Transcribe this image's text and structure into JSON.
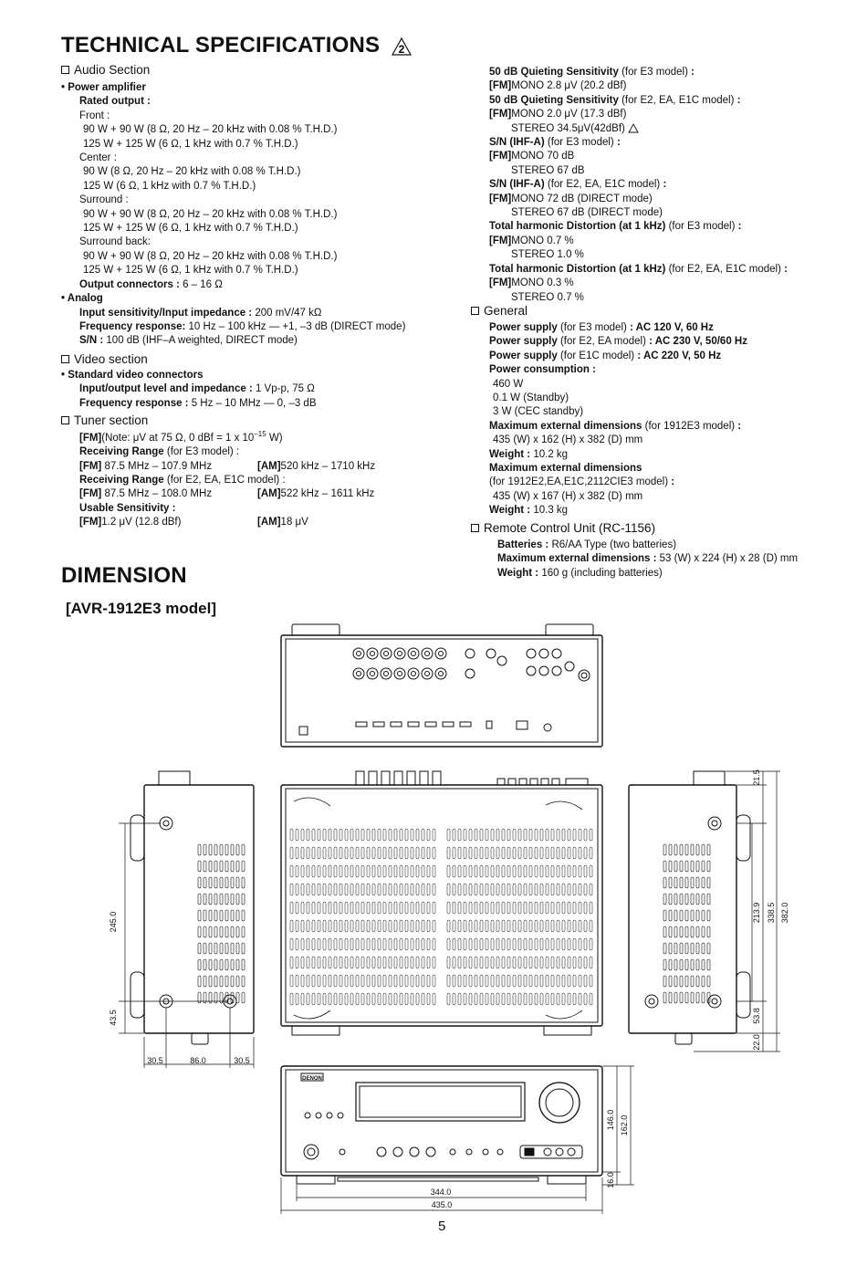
{
  "title": "TECHNICAL SPECIFICATIONS",
  "revision_mark": "2",
  "left": {
    "audio_title": "Audio Section",
    "audio": [
      {
        "t": "b",
        "s": "• Power amplifier"
      },
      {
        "t": "b",
        "s": "Rated output :"
      },
      {
        "t": "n",
        "s": "Front :"
      },
      {
        "t": "n",
        "s": "90 W + 90 W (8 Ω, 20 Hz – 20 kHz with 0.08 % T.H.D.)"
      },
      {
        "t": "n",
        "s": "125 W + 125 W (6 Ω, 1 kHz with 0.7 % T.H.D.)"
      },
      {
        "t": "n",
        "s": "Center :"
      },
      {
        "t": "n",
        "s": "90 W (8 Ω, 20 Hz – 20 kHz with 0.08 % T.H.D.)"
      },
      {
        "t": "n",
        "s": "125 W (6 Ω, 1 kHz with 0.7 % T.H.D.)"
      },
      {
        "t": "n",
        "s": "Surround :"
      },
      {
        "t": "n",
        "s": "90 W + 90 W (8 Ω, 20 Hz – 20 kHz with 0.08 % T.H.D.)"
      },
      {
        "t": "n",
        "s": "125 W + 125 W (6 Ω, 1 kHz with 0.7 % T.H.D.)"
      },
      {
        "t": "n",
        "s": "Surround back:"
      },
      {
        "t": "n",
        "s": "90 W + 90 W (8 Ω, 20 Hz – 20 kHz with 0.08 % T.H.D.)"
      },
      {
        "t": "n",
        "s": "125 W + 125 W (6 Ω, 1 kHz with 0.7 % T.H.D.)"
      },
      {
        "t": "bv",
        "k": "Output connectors :",
        "v": " 6 – 16 Ω"
      },
      {
        "t": "b",
        "s": "• Analog"
      },
      {
        "t": "bv",
        "k": "Input sensitivity/Input impedance :",
        "v": " 200 mV/47 kΩ"
      },
      {
        "t": "bv",
        "k": "Frequency response:",
        "v": " 10 Hz – 100 kHz — +1, –3 dB (DIRECT mode)"
      },
      {
        "t": "bv",
        "k": "S/N :",
        "v": " 100 dB (IHF–A weighted, DIRECT mode)"
      }
    ],
    "video_title": "Video section",
    "video": [
      {
        "t": "b",
        "s": "• Standard video connectors"
      },
      {
        "t": "bv",
        "k": "Input/output level and impedance :",
        "v": " 1 Vp-p, 75 Ω"
      },
      {
        "t": "bv",
        "k": "Frequency response :",
        "v": " 5 Hz – 10 MHz — 0, –3 dB"
      }
    ],
    "tuner_title": "Tuner section",
    "tuner": {
      "note_key": "[FM]",
      "note_val": "(Note: μV at 75 Ω, 0 dBf = 1 x 10",
      "note_exp": "–15",
      "note_end": " W)",
      "range1_k": "Receiving Range",
      "range1_v": " (for E3 model) :",
      "fm1_k": "[FM]",
      "fm1_v": " 87.5 MHz – 107.9 MHz",
      "am1_k": "[AM]",
      "am1_v": "520 kHz – 1710 kHz",
      "range2_k": "Receiving Range",
      "range2_v": " (for E2, EA, E1C model) :",
      "fm2_k": "[FM]",
      "fm2_v": " 87.5 MHz – 108.0 MHz",
      "am2_k": "[AM]",
      "am2_v": "522 kHz – 1611 kHz",
      "usable": "Usable Sensitivity :",
      "fm3_k": "[FM]",
      "fm3_v": "1.2 μV (12.8 dBf)",
      "am3_k": "[AM]",
      "am3_v": "18 μV"
    }
  },
  "right": {
    "quieting": [
      {
        "t": "bvb",
        "k": "50 dB Quieting Sensitivity",
        "v": " (for E3 model) ",
        "e": ":"
      },
      {
        "t": "kv",
        "k": "[FM]",
        "v": "MONO 2.8 μV (20.2 dBf)"
      },
      {
        "t": "bvb",
        "k": "50 dB Quieting Sensitivity",
        "v": " (for E2, EA, E1C model) ",
        "e": ":"
      },
      {
        "t": "kv",
        "k": "[FM]",
        "v": "MONO 2.0 μV (17.3 dBf)"
      },
      {
        "t": "ind",
        "v": "STEREO 34.5μV(42dBf)",
        "mark": true
      },
      {
        "t": "bvb",
        "k": "S/N (IHF-A)",
        "v": " (for E3 model) ",
        "e": ":"
      },
      {
        "t": "kv",
        "k": "[FM]",
        "v": "MONO 70 dB"
      },
      {
        "t": "ind",
        "v": "STEREO 67 dB"
      },
      {
        "t": "bvb",
        "k": "S/N (IHF-A)",
        "v": " (for E2, EA, E1C model) ",
        "e": ":"
      },
      {
        "t": "kv",
        "k": "[FM]",
        "v": "MONO 72 dB (DIRECT mode)"
      },
      {
        "t": "ind",
        "v": "STEREO 67 dB (DIRECT mode)"
      },
      {
        "t": "bvb",
        "k": "Total harmonic Distortion (at 1 kHz)",
        "v": " (for E3 model) ",
        "e": ":"
      },
      {
        "t": "kv",
        "k": "[FM]",
        "v": "MONO 0.7 %"
      },
      {
        "t": "ind",
        "v": "STEREO 1.0 %"
      },
      {
        "t": "bvb",
        "k": "Total harmonic Distortion (at 1 kHz)",
        "v": " (for E2, EA, E1C model) ",
        "e": ":"
      },
      {
        "t": "kv",
        "k": "[FM]",
        "v": "MONO 0.3 %"
      },
      {
        "t": "ind",
        "v": "STEREO 0.7 %"
      }
    ],
    "general_title": "General",
    "general": [
      {
        "t": "bvb",
        "k": "Power supply",
        "v": " (for E3 model) ",
        "e": ": AC 120 V, 60 Hz",
        "en": true
      },
      {
        "t": "bvb",
        "k": "Power supply",
        "v": " (for E2, EA model) ",
        "e": ": AC 230 V, 50/60 Hz",
        "en": true
      },
      {
        "t": "bvb",
        "k": "Power supply",
        "v": " (for E1C model) ",
        "e": ": AC 220 V, 50 Hz",
        "en": true
      },
      {
        "t": "b",
        "s": "Power consumption :"
      },
      {
        "t": "n",
        "s": "460 W"
      },
      {
        "t": "n",
        "s": "0.1 W (Standby)"
      },
      {
        "t": "n",
        "s": "3 W (CEC standby)"
      },
      {
        "t": "bvb",
        "k": "Maximum external dimensions",
        "v": " (for 1912E3 model) ",
        "e": ":"
      },
      {
        "t": "n",
        "s": "435 (W) x 162 (H) x 382 (D) mm"
      },
      {
        "t": "bv",
        "k": "Weight :",
        "v": " 10.2 kg"
      },
      {
        "t": "b",
        "s": "Maximum external dimensions"
      },
      {
        "t": "bvb",
        "k": "",
        "v": "(for 1912E2,EA,E1C,2112CIE3 model) ",
        "e": ":"
      },
      {
        "t": "n",
        "s": "435 (W) x 167 (H) x 382 (D) mm"
      },
      {
        "t": "bv",
        "k": "Weight :",
        "v": " 10.3 kg"
      }
    ],
    "remote_title": "Remote Control Unit (RC-1156)",
    "remote": [
      {
        "t": "bv",
        "k": "Batteries :",
        "v": " R6/AA Type (two batteries)"
      },
      {
        "t": "bv",
        "k": "Maximum external dimensions :",
        "v": " 53 (W) x 224 (H) x 28 (D) mm"
      },
      {
        "t": "bv",
        "k": "Weight :",
        "v": " 160 g (including batteries)"
      }
    ]
  },
  "dimension_title": "DIMENSION",
  "model_title": "[AVR-1912E3 model]",
  "dims": {
    "d245": "245.0",
    "d43": "43.5",
    "d30a": "30.5",
    "d86": "86.0",
    "d30b": "30.5",
    "d215": "21.5",
    "d2139": "213.9",
    "d3385": "338.5",
    "d3820": "382.0",
    "d538": "53.8",
    "d220": "22.0",
    "d146": "146.0",
    "d162": "162.0",
    "d160": "16.0",
    "d344": "344.0",
    "d435": "435.0"
  },
  "brand": "DENON",
  "page_number": "5"
}
